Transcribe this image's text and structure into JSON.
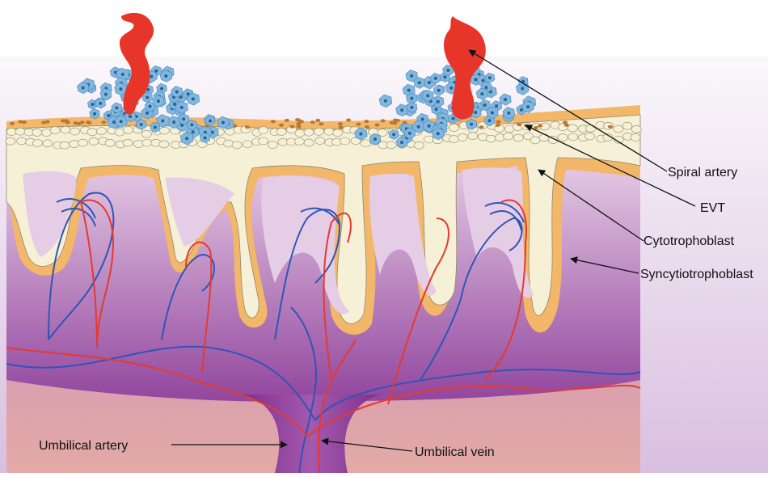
{
  "labels": {
    "spiral_artery": "Spiral artery",
    "evt": "EVT",
    "cytotrophoblast": "Cytotrophoblast",
    "syncytiotrophoblast": "Syncytiotrophoblast",
    "umbilical_artery": "Umbilical artery",
    "umbilical_vein": "Umbilical vein"
  },
  "colors": {
    "decidua_top": "#ffffff",
    "decidua_bottom": "#d9bfe0",
    "villous_space_top": "#ecd6ea",
    "villous_space_bottom": "#8e3f9a",
    "chorionic_plate": "#e3aaa6",
    "syncytiotrophoblast": "#f2b769",
    "syncytio_nuclei": "#b9772f",
    "cytotrophoblast": "#f6f0d6",
    "cytotrophoblast_outline": "#8c8a6e",
    "evt_cells": "#7fb7df",
    "evt_nuclei": "#2d5f93",
    "spiral_artery": "#e8352a",
    "vein_vessel": "#2f55b6",
    "artery_vessel": "#e43a2f",
    "pointer": "#111111"
  }
}
